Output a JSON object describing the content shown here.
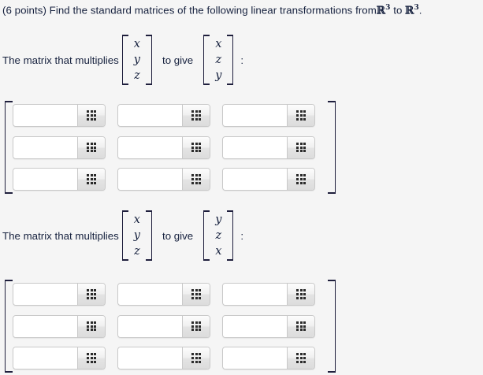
{
  "page": {
    "background_color": "#f5f5f5",
    "text_color": "#16213e"
  },
  "question": {
    "points_label": "(6 points)",
    "prompt_lead": "(6 points) Find the standard matrices of the following linear transformations from",
    "domain_symbol": "R",
    "domain_exponent": "3",
    "connector": "to",
    "codomain_symbol": "R",
    "codomain_exponent": "3",
    "terminator": "."
  },
  "parts": [
    {
      "id": "part-1",
      "lead_text": "The matrix that multiplies",
      "input_vector": [
        "x",
        "y",
        "z"
      ],
      "to_give_text": "to give",
      "output_vector": [
        "x",
        "z",
        "y"
      ],
      "colon": ":",
      "answer_matrix": {
        "rows": 3,
        "cols": 3,
        "cells": [
          [
            {
              "name": "cell-r1c1",
              "value": "",
              "placeholder": ""
            },
            {
              "name": "cell-r1c2",
              "value": "",
              "placeholder": ""
            },
            {
              "name": "cell-r1c3",
              "value": "",
              "placeholder": ""
            }
          ],
          [
            {
              "name": "cell-r2c1",
              "value": "",
              "placeholder": ""
            },
            {
              "name": "cell-r2c2",
              "value": "",
              "placeholder": ""
            },
            {
              "name": "cell-r2c3",
              "value": "",
              "placeholder": ""
            }
          ],
          [
            {
              "name": "cell-r3c1",
              "value": "",
              "placeholder": ""
            },
            {
              "name": "cell-r3c2",
              "value": "",
              "placeholder": ""
            },
            {
              "name": "cell-r3c3",
              "value": "",
              "placeholder": ""
            }
          ]
        ],
        "keypad_icon": "math-keypad-icon"
      }
    },
    {
      "id": "part-2",
      "lead_text": "The matrix that multiplies",
      "input_vector": [
        "x",
        "y",
        "z"
      ],
      "to_give_text": "to give",
      "output_vector": [
        "y",
        "z",
        "x"
      ],
      "colon": ":",
      "answer_matrix": {
        "rows": 3,
        "cols": 3,
        "cells": [
          [
            {
              "name": "cell-r1c1",
              "value": "",
              "placeholder": ""
            },
            {
              "name": "cell-r1c2",
              "value": "",
              "placeholder": ""
            },
            {
              "name": "cell-r1c3",
              "value": "",
              "placeholder": ""
            }
          ],
          [
            {
              "name": "cell-r2c1",
              "value": "",
              "placeholder": ""
            },
            {
              "name": "cell-r2c2",
              "value": "",
              "placeholder": ""
            },
            {
              "name": "cell-r2c3",
              "value": "",
              "placeholder": ""
            }
          ],
          [
            {
              "name": "cell-r3c1",
              "value": "",
              "placeholder": ""
            },
            {
              "name": "cell-r3c2",
              "value": "",
              "placeholder": ""
            },
            {
              "name": "cell-r3c3",
              "value": "",
              "placeholder": ""
            }
          ]
        ],
        "keypad_icon": "math-keypad-icon"
      }
    }
  ]
}
